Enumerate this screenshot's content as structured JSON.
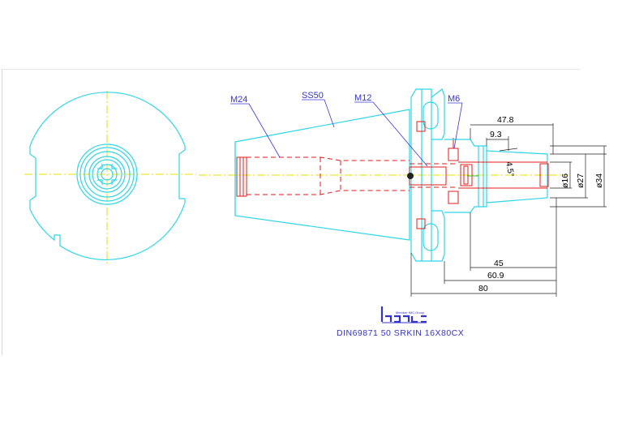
{
  "labels": {
    "thread_large": "M24",
    "taper": "SS50",
    "thread_mid": "M12",
    "thread_small": "M6"
  },
  "dimensions": {
    "d_47_8": "47.8",
    "d_9_3": "9.3",
    "angle": "4.5°",
    "d_45": "45",
    "d_60_9": "60.9",
    "d_80": "80",
    "dia_16": "ø16",
    "dia_27": "ø27",
    "dia_34": "ø34"
  },
  "title": "DIN69871 50 SRKIN 16X80CX",
  "logo": {
    "small_text": "Member IMC Group",
    "brand": "ISCAR"
  },
  "colors": {
    "outline": "#2fd6e6",
    "hidden": "#e21b1b",
    "center": "#e6e000",
    "dimension": "#222222",
    "leader": "#3a3ad8"
  }
}
